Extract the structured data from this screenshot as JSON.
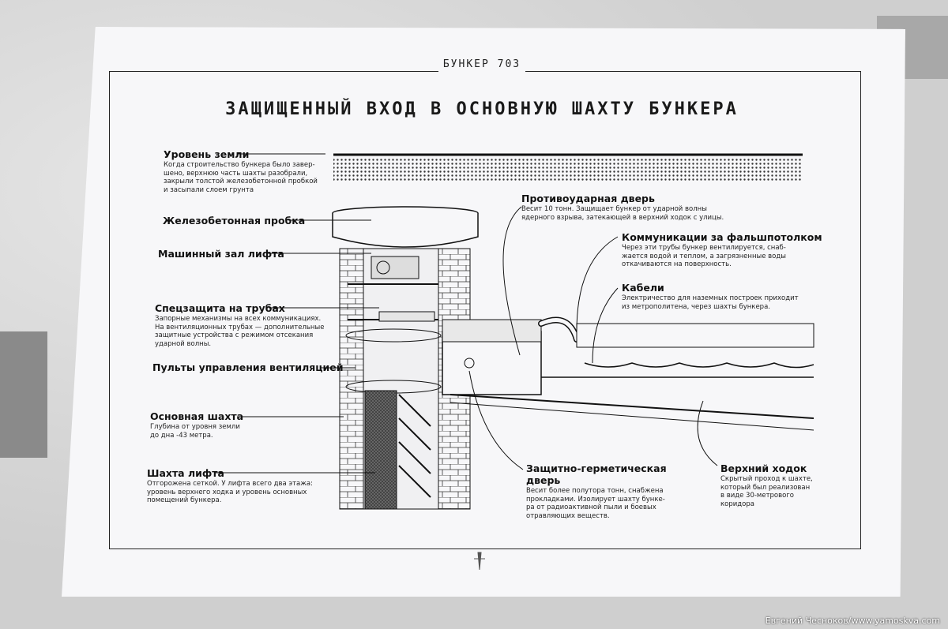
{
  "poster": {
    "brand": "БУНКЕР 703",
    "title": "ЗАЩИЩЕННЫЙ ВХОД В ОСНОВНУЮ ШАХТУ БУНКЕРА"
  },
  "labels": [
    {
      "id": "ground",
      "title": "Уровень земли",
      "text": "Когда строительство бункера было завер-\nшено, верхнюю часть шахты разобрали,\nзакрыли толстой железобетонной пробкой\nи засыпали слоем грунта"
    },
    {
      "id": "plug",
      "title": "Железобетонная пробка",
      "text": ""
    },
    {
      "id": "machine",
      "title": "Машинный зал лифта",
      "text": ""
    },
    {
      "id": "pipes",
      "title": "Спецзащита на трубах",
      "text": "Запорные механизмы на всех коммуникациях.\nНа вентиляционных трубах — дополнительные\nзащитные устройства с режимом отсекания\nударной волны."
    },
    {
      "id": "vent",
      "title": "Пульты управления вентиляцией",
      "text": ""
    },
    {
      "id": "shaft",
      "title": "Основная шахта",
      "text": "Глубина от уровня земли\nдо дна  -43 метра."
    },
    {
      "id": "lift",
      "title": "Шахта лифта",
      "text": "Отгорожена сеткой. У лифта всего два этажа:\nуровень верхнего ходка и уровень основных\nпомещений бункера."
    },
    {
      "id": "blastdoor",
      "title": "Противоударная дверь",
      "text": "Весит 10 тонн. Защищает бункер от ударной волны\nядерного взрыва, затекающей в верхний ходок с улицы."
    },
    {
      "id": "comms",
      "title": "Коммуникации за фальшпотолком",
      "text": "Через эти трубы бункер вентилируется, снаб-\nжается водой и теплом, а загрязненные воды\nоткачиваются на поверхность."
    },
    {
      "id": "cables",
      "title": "Кабели",
      "text": "Электричество для наземных построек приходит\nиз метрополитена, через шахты бункера."
    },
    {
      "id": "hermdoor",
      "title": "Защитно-герметическая дверь",
      "text": "Весит более полутора тонн, снабжена\nпрокладками. Изолирует шахту бунке-\nра от радиоактивной пыли и боевых\nотравляющих веществ."
    },
    {
      "id": "corridor",
      "title": "Верхний ходок",
      "text": "Скрытый проход к шахте,\nкоторый был реализован\nв виде 30-метрового\nкоридора"
    }
  ],
  "credit": "Евгений  Чесноков/www.yamoskva.com"
}
